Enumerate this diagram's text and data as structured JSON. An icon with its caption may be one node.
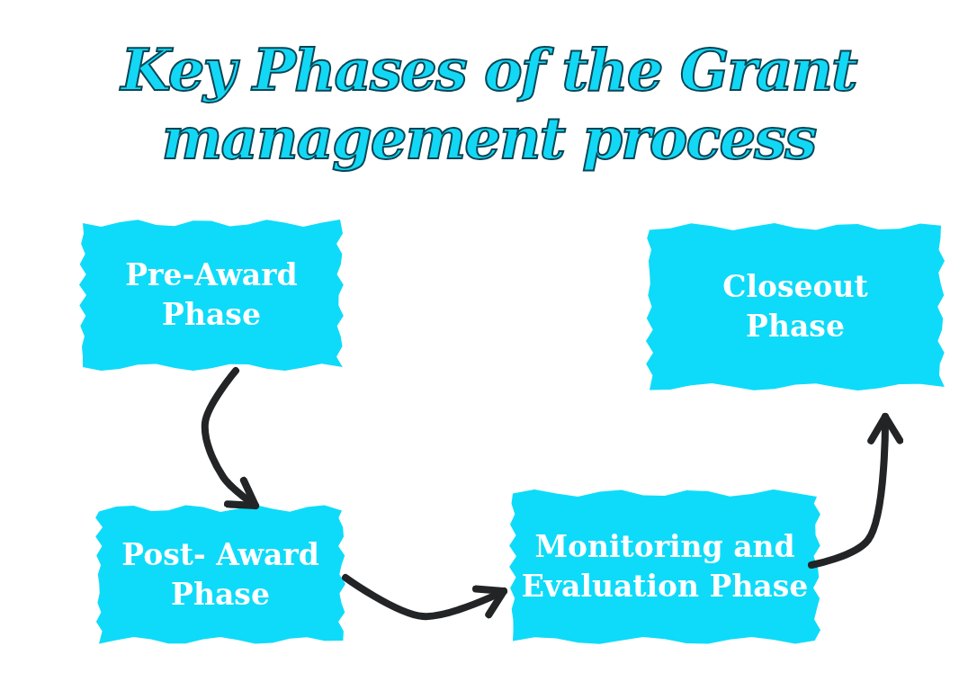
{
  "diagram": {
    "title": "Key Phases of the Grant management process",
    "nodes": [
      {
        "text": [
          "Pre-Award Phase"
        ]
      },
      {
        "text": [
          "Closeout Phase"
        ]
      },
      {
        "text": [
          "Post- Award Phase"
        ]
      },
      {
        "text": [
          "Monitoring and Evaluation Phase"
        ]
      }
    ],
    "edges": [
      {
        "from": 0,
        "to": 2,
        "arrow": "to"
      },
      {
        "from": 2,
        "to": 3,
        "arrow": "to"
      },
      {
        "from": 3,
        "to": 1,
        "arrow": "to"
      }
    ]
  }
}
